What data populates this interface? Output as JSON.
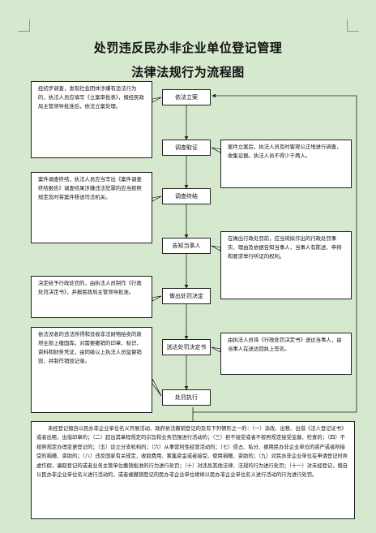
{
  "title_line1": "处罚违反民办非企业单位登记管理",
  "title_line2": "法律法规行为流程图",
  "steps": [
    "依法立案",
    "调查取证",
    "调查终结",
    "告知当事人",
    "做出处罚决定",
    "送达处罚决定书",
    "处罚执行"
  ],
  "left_notes": [
    "经初步调查，发现社会团体涉嫌有违法行为的，执法人员应填写《立案审批表》，报经民政局主管领导批准后，依法立案处理。",
    "案件调查终结，执法人员应当写出《案件调查终结报告》调查结果涉嫌违法犯罪的应当按照规定及时将案件移送司法机关。",
    "决定给予行政处罚的，由执法人员制作《行政处罚决定书》，并报民政局主管领导批准。",
    "依法没收的违法所得和没收非法财物拍卖的款项全部上缴国库。对需要撤销的印章、标识、资料和财务凭证，由同级以上执法人员监督销毁，并制作销毁记录。"
  ],
  "right_notes": [
    "案件立案后，执法人员及时客观公正地进行调查，收集证据。执法人员不得少于两人。",
    "在做出行政处罚前，应当将拟作出的行政处罚事实、理由及依据告知当事人，当事人有陈述、申辩和要求举行听证的权利。",
    "由执法人员将《行政处罚决定书》送达当事人，由当事人在送达回执上签名。"
  ],
  "bottom_text": "未经登记擅自以民办非企业单位名义开展活动、政府依法撤销登记的及有下列情形之一的：（一）涂改、出租、出借《法人登记证书》或者出租、出借印章的；（二）超出其章程规定的宗旨和业务范围进行活动的；（三）拒不接受或者不按照规定接受监督、检查的；（四）不按照规定办理变更登记的；（五）设立分支机构的；（六）从事营利性经营活动的；（七）侵占、私分、挪用民办非企业单位的资产或者所接受的捐赠、资助的；（八）违反国家有关规定，收取费用、筹集资金或者接受、使用捐赠、资助的；（九）对民办非企业单位在申请登记时弄虚作假，骗取登记的或者业务主管单位撤销批准的行为进行处罚；（十）对违反其他法律、法规的行为进行处罚；（十一）对未经登记，擅自以民办非企业单位名义进行活动的，或者被撤销登记的民办非企业单位继续以民办非企业单位名义进行活动的行为进行处罚。"
}
